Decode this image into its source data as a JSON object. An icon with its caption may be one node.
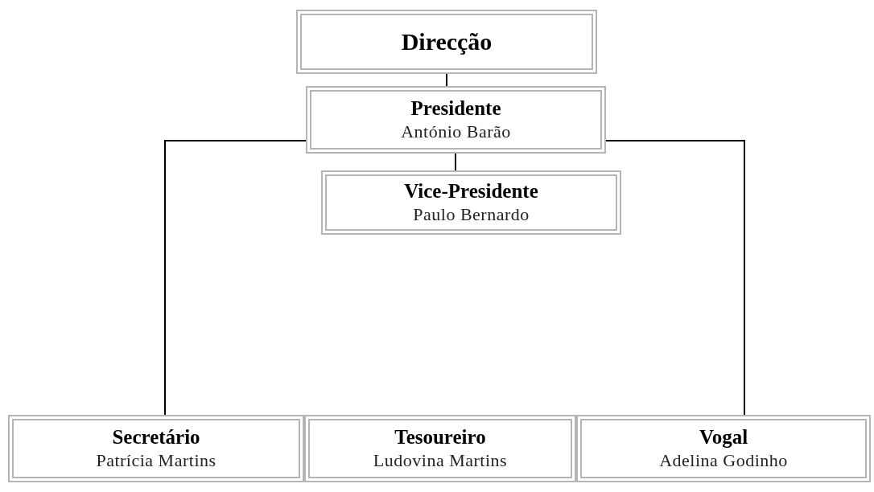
{
  "diagram": {
    "nodes": [
      {
        "text": [
          "Direcção"
        ]
      },
      {
        "text": [
          "Presidente",
          "António Barão"
        ]
      },
      {
        "text": [
          "Vice-Presidente",
          "Paulo Bernardo"
        ]
      },
      {
        "text": [
          "Secretário",
          "Patrícia Martins"
        ]
      },
      {
        "text": [
          "Tesoureiro",
          "Ludovina Martins"
        ]
      },
      {
        "text": [
          "Vogal",
          "Adelina Godinho"
        ]
      }
    ],
    "edges": [
      {
        "from": 0,
        "to": 1,
        "arrow": "none"
      },
      {
        "from": 1,
        "to": 2,
        "arrow": "none"
      },
      {
        "from": 1,
        "to": 3,
        "arrow": "none"
      },
      {
        "from": 1,
        "to": 5,
        "arrow": "none"
      }
    ]
  }
}
